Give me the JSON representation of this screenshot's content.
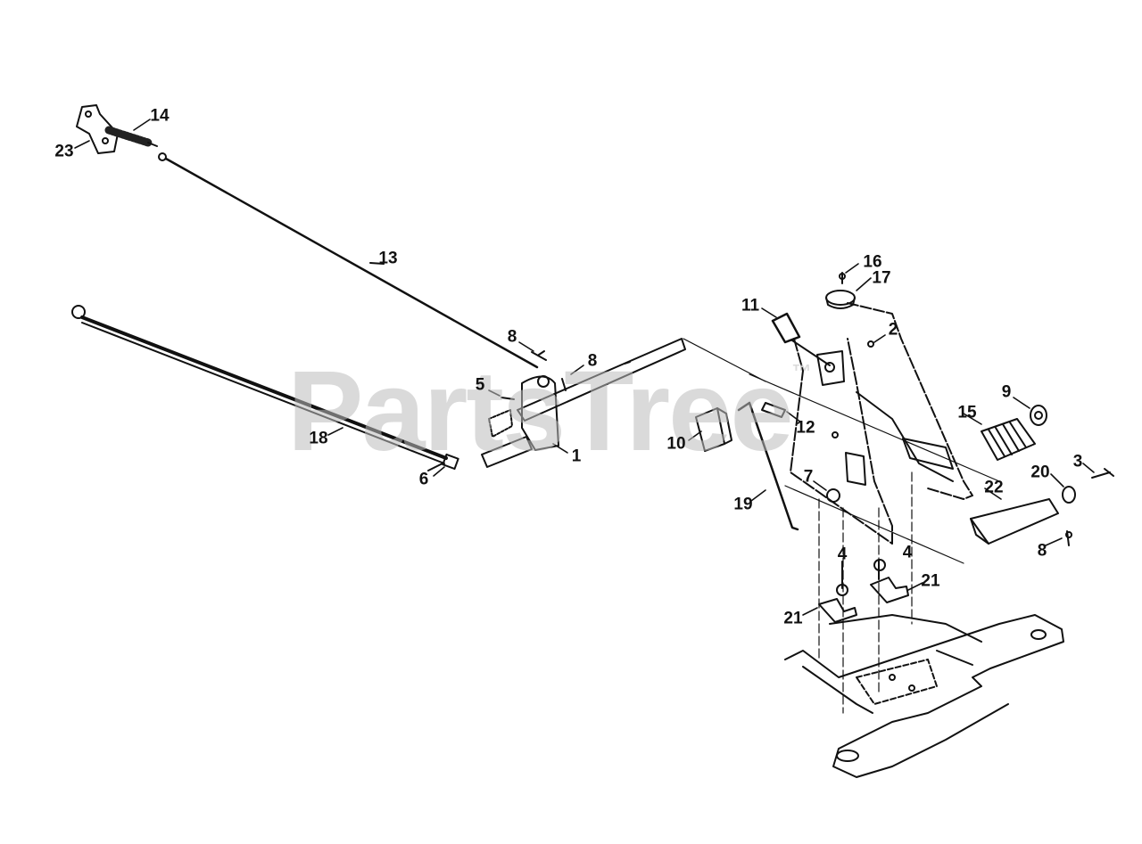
{
  "watermark": {
    "text": "PartsTree",
    "mark": "™"
  },
  "callouts": [
    {
      "id": "c23a",
      "label": "23"
    },
    {
      "id": "c14",
      "label": "14"
    },
    {
      "id": "c13",
      "label": "13"
    },
    {
      "id": "c8a",
      "label": "8"
    },
    {
      "id": "c8b",
      "label": "8"
    },
    {
      "id": "c5",
      "label": "5"
    },
    {
      "id": "c18",
      "label": "18"
    },
    {
      "id": "c6",
      "label": "6"
    },
    {
      "id": "c1",
      "label": "1"
    },
    {
      "id": "c16",
      "label": "16"
    },
    {
      "id": "c17",
      "label": "17"
    },
    {
      "id": "c11",
      "label": "11"
    },
    {
      "id": "c2",
      "label": "2"
    },
    {
      "id": "c12",
      "label": "12"
    },
    {
      "id": "c10",
      "label": "10"
    },
    {
      "id": "c9",
      "label": "9"
    },
    {
      "id": "c15",
      "label": "15"
    },
    {
      "id": "c3",
      "label": "3"
    },
    {
      "id": "c20",
      "label": "20"
    },
    {
      "id": "c7",
      "label": "7"
    },
    {
      "id": "c22",
      "label": "22"
    },
    {
      "id": "c19",
      "label": "19"
    },
    {
      "id": "c8c",
      "label": "8"
    },
    {
      "id": "c4a",
      "label": "4"
    },
    {
      "id": "c4b",
      "label": "4"
    },
    {
      "id": "c21a",
      "label": "21"
    },
    {
      "id": "c21b",
      "label": "21"
    }
  ]
}
